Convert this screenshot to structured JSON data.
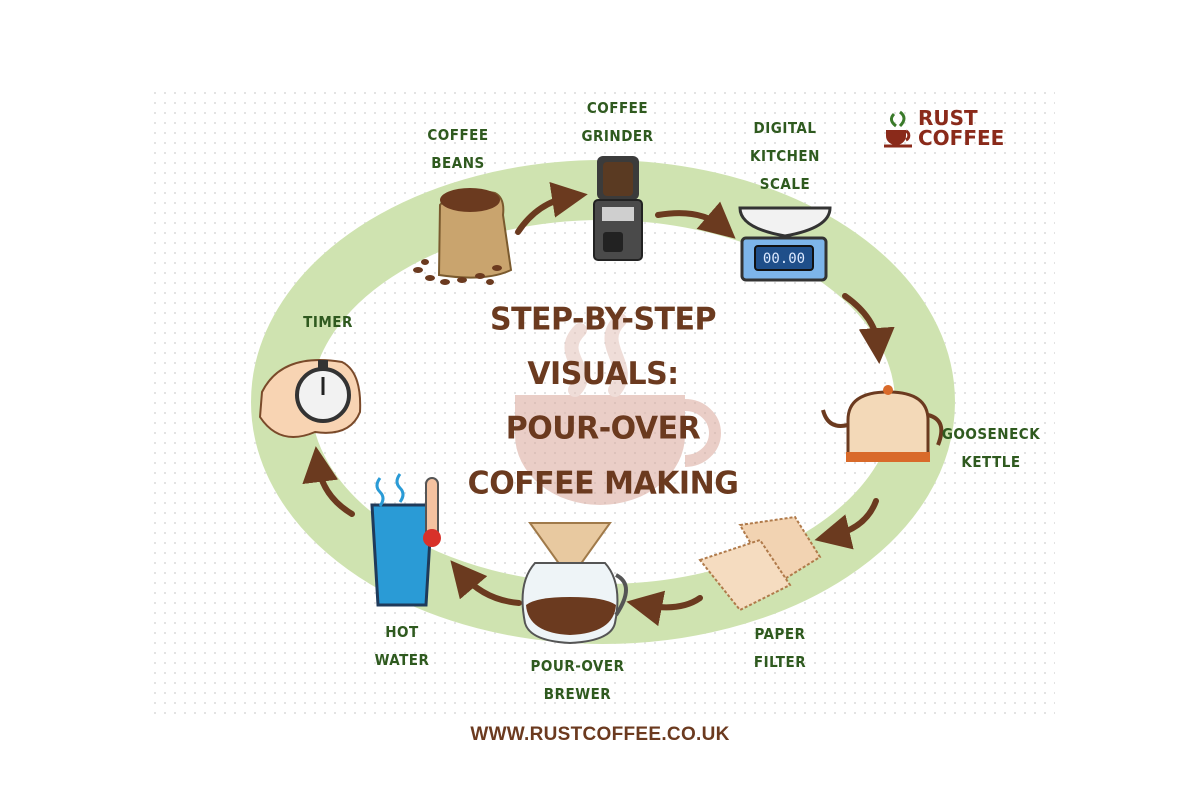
{
  "title": {
    "line1": "STEP-BY-STEP",
    "line2": "VISUALS:",
    "line3": "POUR-OVER",
    "line4": "COFFEE MAKING"
  },
  "brand": {
    "line1": "RUST",
    "line2": "COFFEE"
  },
  "url": "WWW.RUSTCOFFEE.CO.UK",
  "steps": {
    "coffee_beans": {
      "line1": "COFFEE",
      "line2": "BEANS"
    },
    "coffee_grinder": {
      "line1": "COFFEE",
      "line2": "GRINDER"
    },
    "scale": {
      "line1": "DIGITAL",
      "line2": "KITCHEN",
      "line3": "SCALE",
      "display": "00.00"
    },
    "kettle": {
      "line1": "GOOSENECK",
      "line2": "KETTLE"
    },
    "filter": {
      "line1": "PAPER",
      "line2": "FILTER"
    },
    "brewer": {
      "line1": "POUR-OVER",
      "line2": "BREWER"
    },
    "water": {
      "line1": "HOT",
      "line2": "WATER"
    },
    "timer": {
      "line1": "TIMER"
    }
  },
  "colors": {
    "ring": "#cfe3b0",
    "arrow": "#6b3a1f",
    "label": "#2f5a1f",
    "title": "#6b3a1f",
    "brand": "#8a2a1a"
  }
}
